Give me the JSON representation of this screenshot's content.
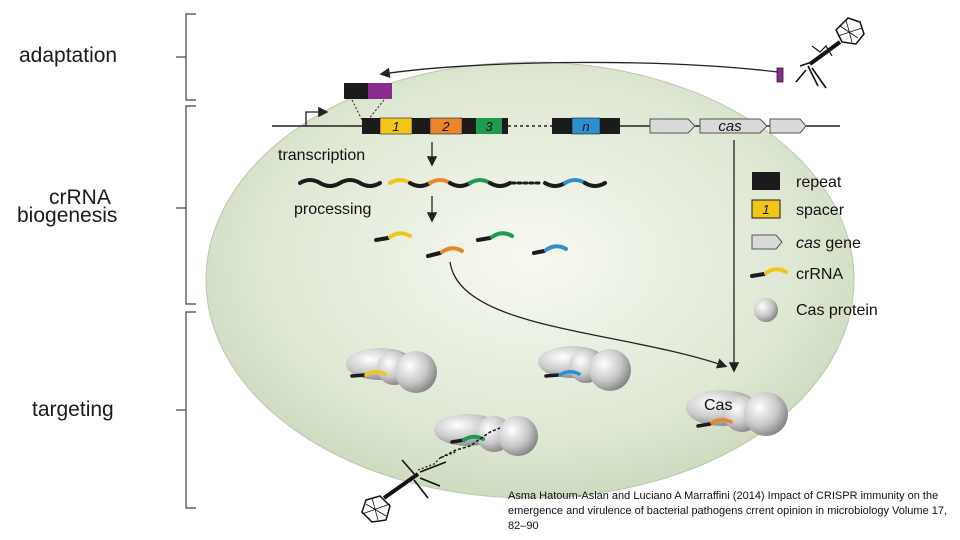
{
  "stages": {
    "adaptation": "adaptation",
    "crrna_line1": "crRNA",
    "crrna_line2": "biogenesis",
    "targeting": "targeting"
  },
  "array": {
    "spacers": [
      "1",
      "2",
      "3",
      "n"
    ],
    "cas_label": "cas"
  },
  "steps": {
    "transcription": "transcription",
    "processing": "processing"
  },
  "cas_complex_label": "Cas",
  "legend": {
    "repeat": "repeat",
    "spacer_number": "1",
    "spacer": "spacer",
    "cas_gene_italic": "cas",
    "cas_gene_rest": " gene",
    "crrna": "crRNA",
    "cas_protein": "Cas protein"
  },
  "caption": "Asma Hatoum-Aslan and Luciano A Marraffini (2014) Impact of CRISPR immunity on the emergence and virulence of bacterial pathogens crrent opinion in microbiology Volume 17, 82–90",
  "colors": {
    "repeat": "#1b1b1b",
    "spacer_1": "#f2c618",
    "spacer_2": "#e8862a",
    "spacer_3": "#1f9a4f",
    "spacer_n": "#2e8fd0",
    "new_spacer": "#8a2c8f",
    "cell_fill": "#dfe8d6",
    "cas_gene": "#d9d9d9"
  }
}
